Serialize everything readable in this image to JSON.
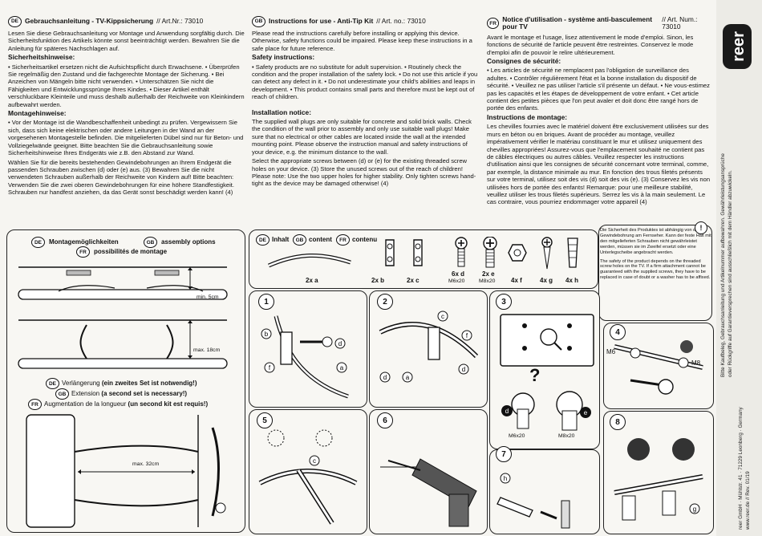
{
  "colors": {
    "ink": "#111111",
    "paper": "#f6f5f1",
    "accent": "#1e1e1e"
  },
  "de": {
    "lang": "DE",
    "title": "Gebrauchsanleitung - TV-Kippsicherung",
    "artno": "// Art.Nr.: 73010",
    "intro": "Lesen Sie diese Gebrauchsanleitung vor Montage und Anwendung sorgfältig durch. Die Sicherheitsfunktion des Artikels könnte sonst beeinträchtigt werden. Bewahren Sie die Anleitung für späteres Nachschlagen auf.",
    "h_safety": "Sicherheitshinweise:",
    "safety": "• Sicherheitsartikel ersetzen nicht die Aufsichtspflicht durch Erwachsene. • Überprüfen Sie regelmäßig den Zustand und die fachgerechte Montage der Sicherung. • Bei Anzeichen von Mängeln bitte nicht verwenden. • Unterschätzen Sie nicht die Fähigkeiten und Entwicklungssprünge Ihres Kindes. • Dieser Artikel enthält verschluckbare Kleinteile und muss deshalb außerhalb der Reichweite von Kleinkindern aufbewahrt werden.",
    "h_mount": "Montagehinweise:",
    "mount": "• Vor der Montage ist die Wandbeschaffenheit unbedingt zu prüfen. Vergewissern Sie sich, dass sich keine elektrischen oder andere Leitungen in der Wand an der vorgesehenen Montagestelle befinden. Die mitgelieferten Dübel sind nur für Beton- und Vollziegelwände geeignet. Bitte beachten Sie die Gebrauchsanleitung sowie Sicherheitshinweise Ihres Endgeräts wie z.B. den Abstand zur Wand.",
    "screws": "Wählen Sie für die bereits bestehenden Gewindebohrungen an Ihrem Endgerät die passenden Schrauben zwischen (d) oder (e) aus. (3) Bewahren Sie die nicht verwendeten Schrauben außerhalb der Reichweite von Kindern auf! Bitte beachten: Verwenden Sie die zwei oberen Gewindebohrungen für eine höhere Standfestigkeit. Schrauben nur handfest anziehen, da das Gerät sonst beschädigt werden kann! (4)"
  },
  "gb": {
    "lang": "GB",
    "title": "Instructions for use - Anti-Tip Kit",
    "artno": "// Art. no.: 73010",
    "intro": "Please read the instructions carefully before installing or applying this device. Otherwise, safety functions could be impaired. Please keep these instructions in a safe place for future reference.",
    "h_safety": "Safety instructions:",
    "safety": "• Safety products are no substitute for adult supervision. • Routinely check the condition and the proper installation of the safety lock. • Do not use this article if you can detect any defect in it. • Do not underestimate your child's abilities and leaps in development. • This product contains small parts and therefore must be kept out of reach of children.",
    "h_mount": "Installation notice:",
    "mount": "The supplied wall plugs are only suitable for concrete and solid brick walls. Check the condition of the wall prior to assembly and only use suitable wall plugs! Make sure that no electrical or other cables are located inside the wall at the intended mounting point. Please observe the instruction manual and safety instructions of your device, e.g. the minimum distance to the wall.",
    "screws": "Select the appropriate screws between (d) or (e) for the existing threaded screw holes on your device. (3) Store the unused screws out of the reach of children! Please note: Use the two upper holes for higher stability. Only tighten screws hand-tight as the device may be damaged otherwise! (4)"
  },
  "fr": {
    "lang": "FR",
    "title": "Notice d'utilisation - système anti-basculement pour TV",
    "artno": "// Art. Num.: 73010",
    "intro": "Avant le montage et l'usage, lisez attentivement le mode d'emploi. Sinon, les fonctions de sécurité de l'article peuvent être restreintes. Conservez le mode d'emploi afin de pouvoir le relire ultérieurement.",
    "h_safety": "Consignes de sécurité:",
    "safety": "• Les articles de sécurité ne remplacent pas l'obligation de surveillance des adultes. • Contrôler régulièrement l'état et la bonne installation du dispositif de sécurité. • Veuillez ne pas utiliser l'article s'il présente un défaut. • Ne vous-estimez pas les capacités et les étapes de développement de votre enfant. • Cet article contient des petites pièces que l'on peut avaler et doit donc être rangé hors de portée des enfants.",
    "h_mount": "Instructions de montage:",
    "mount": "Les chevilles fournies avec le matériel doivent être exclusivement utilisées sur des murs en béton ou en briques. Avant de procéder au montage, veuillez impérativement vérifier le matériau constituant le mur et utilisez uniquement des chevilles appropriées! Assurez-vous que l'emplacement souhaité ne contient pas de câbles électriques ou autres câbles. Veuillez respecter les instructions d'utilisation ainsi que les consignes de sécurité concernant votre terminal, comme, par exemple, la distance minimale au mur. En fonction des trous filetés présents sur votre terminal, utilisez soit des vis (d) soit des vis (e). (3) Conservez les vis non utilisées hors de portée des enfants! Remarque: pour une meilleure stabilité, veuillez utiliser les trous filetés supérieurs. Serrez les vis à la main seulement. Le cas contraire, vous pourriez endommager votre appareil (4)"
  },
  "brand": {
    "logo": "reer",
    "side_text_1": "Bitte Kaufbeleg, Gebrauchsanleitung und Artikelnummer aufbewahren. Gewährleistungsansprüche",
    "side_text_2": "oder Rückgriffe auf Garantieversprechen sind ausschließlich mit dem Händler abzuwickeln.",
    "address": "reer GmbH · Mühlstr. 41 · 71229 Leonberg · Germany",
    "web": "www.reer.de  //  Rev. 01/19"
  },
  "options": {
    "de_lang": "DE",
    "gb_lang": "GB",
    "fr_lang": "FR",
    "title_de": "Montagemöglichkeiten",
    "title_gb": "assembly options",
    "title_fr": "possibilités de montage",
    "min_label": "min. 5cm",
    "max_label": "max. 18cm",
    "max2_label": "max. 32cm",
    "ext_de": "Verlängerung",
    "ext_de_b": "(ein zweites Set ist notwendig!)",
    "ext_gb": "Extension",
    "ext_gb_b": "(a second set is necessary!)",
    "ext_fr": "Augmentation de la longueur",
    "ext_fr_b": "(un second kit est requis!)"
  },
  "contents": {
    "label_de": "Inhalt",
    "label_gb": "content",
    "label_fr": "contenu",
    "items": [
      {
        "qty": "2x a"
      },
      {
        "qty": "2x b"
      },
      {
        "qty": "2x c"
      },
      {
        "qty": "6x d",
        "sub": "M6x20"
      },
      {
        "qty": "2x e",
        "sub": "M8x20"
      },
      {
        "qty": "4x f"
      },
      {
        "qty": "4x g"
      },
      {
        "qty": "4x h"
      }
    ]
  },
  "steps": [
    "1",
    "2",
    "3",
    "4",
    "5",
    "6",
    "7",
    "8"
  ],
  "step3": {
    "m6": "M6x20",
    "m8": "M8x20",
    "question": "?"
  },
  "step4": {
    "m6": "M6",
    "m8": "M8"
  },
  "warning": {
    "de": "Die Sicherheit des Produktes ist abhängig von der Gewindebohrung am Fernseher. Kann der feste Halt mit den mitgelieferten Schrauben nicht gewährleistet werden, müssen sie im Zweifel ersetzt oder eine Unterlegscheibe angebracht werden.",
    "gb": "The safety of the product depends on the threaded screw holes on the TV. If a firm attachment cannot be guaranteed with the supplied screws, they have to be replaced in case of doubt or a washer has to be affixed."
  }
}
